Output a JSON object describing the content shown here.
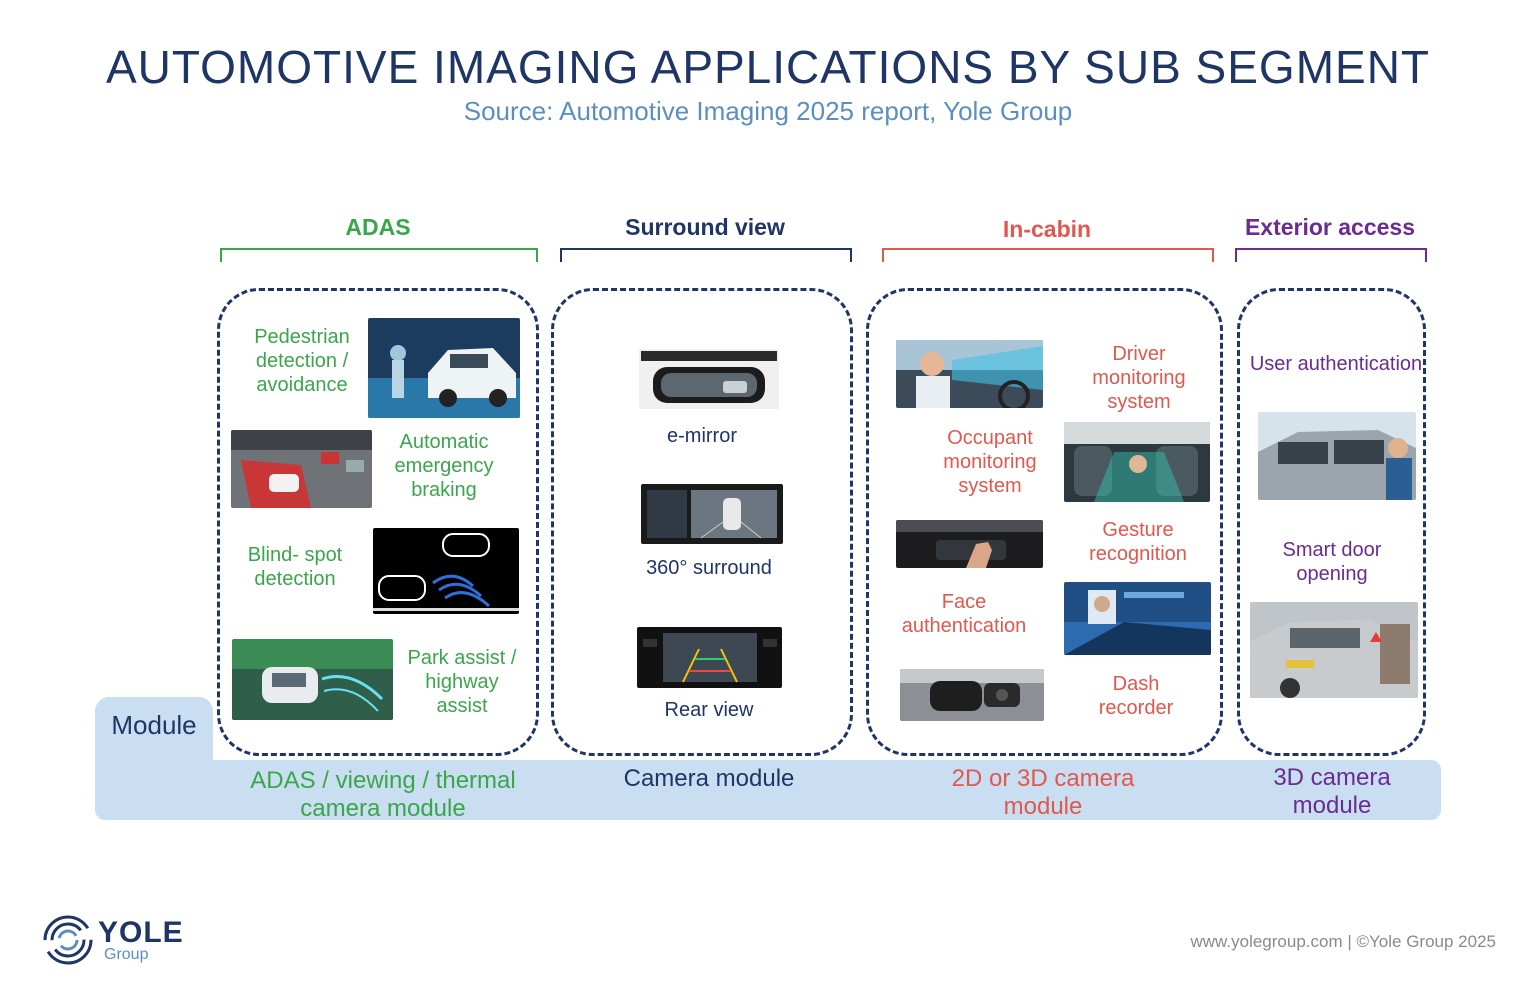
{
  "header": {
    "title": "AUTOMOTIVE IMAGING APPLICATIONS BY SUB SEGMENT",
    "subtitle": "Source: Automotive Imaging 2025 report, Yole Group"
  },
  "colors": {
    "adas": "#3aa64c",
    "surround": "#1f3566",
    "incabin": "#e0584e",
    "exterior": "#6a2c91",
    "module_band": "#c9def1"
  },
  "segments": {
    "adas": {
      "title": "ADAS",
      "apps": [
        "Pedestrian detection / avoidance",
        "Automatic emergency braking",
        "Blind- spot detection",
        "Park assist / highway assist"
      ],
      "module": "ADAS / viewing / thermal camera module"
    },
    "surround": {
      "title": "Surround view",
      "apps": [
        "e-mirror",
        "360° surround",
        "Rear view"
      ],
      "module": "Camera module"
    },
    "incabin": {
      "title": "In-cabin",
      "apps": [
        "Driver monitoring system",
        "Occupant monitoring system",
        "Gesture recognition",
        "Face authentication",
        "Dash recorder"
      ],
      "module": "2D or 3D camera module"
    },
    "exterior": {
      "title": "Exterior access",
      "apps": [
        "User authentication",
        "Smart door opening"
      ],
      "module": "3D camera module"
    }
  },
  "module_label": "Module",
  "logo": {
    "name": "YOLE",
    "sub": "Group"
  },
  "footer": "www.yolegroup.com | ©Yole Group 2025"
}
